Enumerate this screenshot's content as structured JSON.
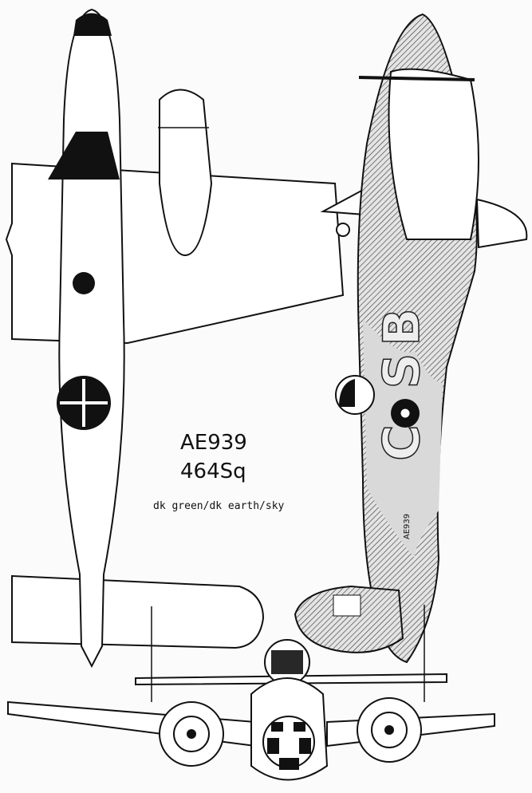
{
  "caption": {
    "serial": "AE939",
    "squadron": "464Sq",
    "scheme": "dk green/dk earth/sky"
  },
  "markings": {
    "codes": [
      "C",
      "S",
      "B"
    ],
    "fuselage_serial": "AE939"
  },
  "colors": {
    "ink": "#111111",
    "paper": "#fbfbfb",
    "sky_grey": "#d9d9d9"
  }
}
